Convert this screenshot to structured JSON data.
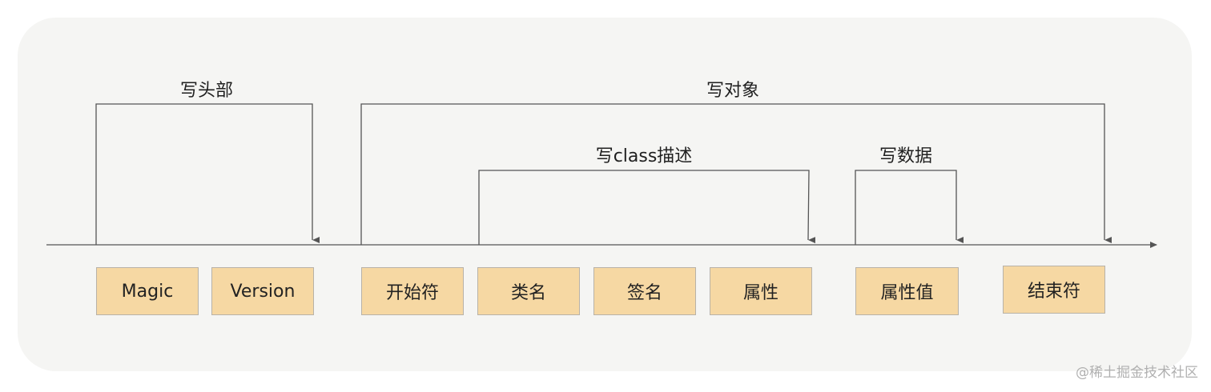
{
  "groups": {
    "write_header": "写头部",
    "write_object": "写对象",
    "write_class_desc": "写class描述",
    "write_data": "写数据"
  },
  "boxes": {
    "magic": "Magic",
    "version": "Version",
    "start_marker": "开始符",
    "class_name": "类名",
    "signature": "签名",
    "attribute": "属性",
    "attribute_value": "属性值",
    "end_marker": "结束符"
  },
  "watermark": "@稀土掘金技术社区",
  "colors": {
    "box_fill": "#f6d8a3",
    "panel_bg": "#f5f5f3",
    "line": "#555555"
  }
}
